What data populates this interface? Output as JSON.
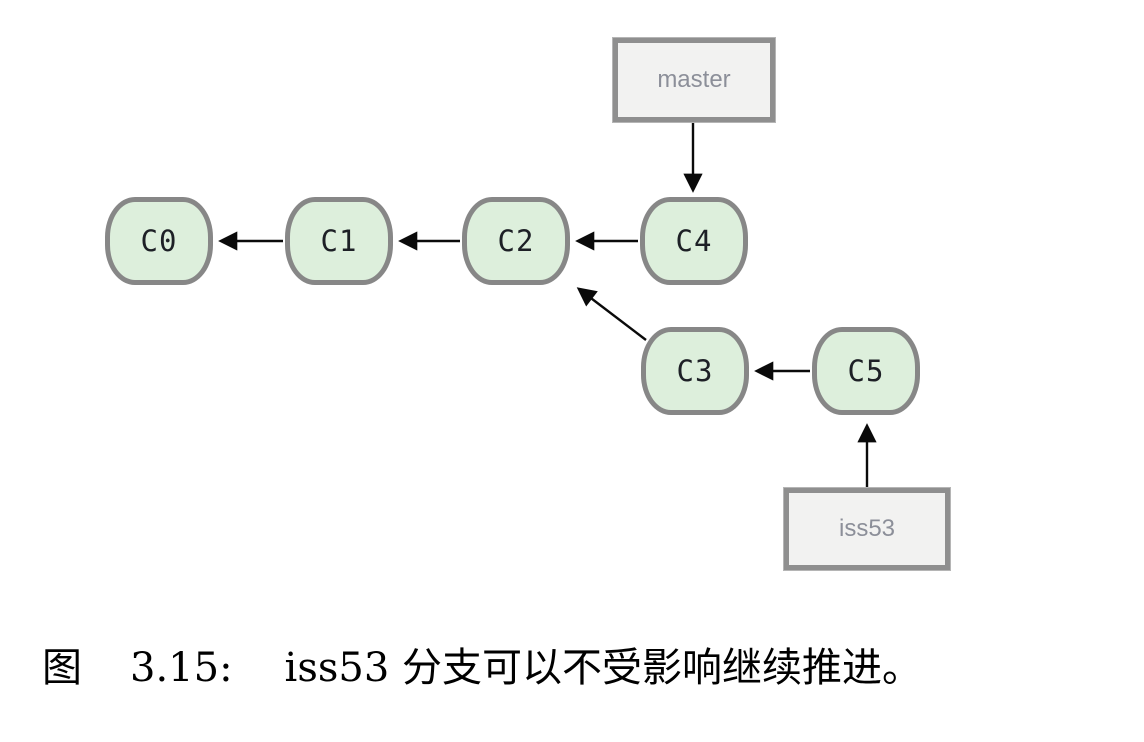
{
  "figure": {
    "caption": {
      "label": "图",
      "number": "3.15:",
      "text": "iss53 分支可以不受影响继续推进。"
    },
    "branches": [
      {
        "id": "master",
        "label": "master"
      },
      {
        "id": "iss53",
        "label": "iss53"
      }
    ],
    "commits": [
      {
        "id": "C0",
        "label": "C0"
      },
      {
        "id": "C1",
        "label": "C1"
      },
      {
        "id": "C2",
        "label": "C2"
      },
      {
        "id": "C4",
        "label": "C4"
      },
      {
        "id": "C3",
        "label": "C3"
      },
      {
        "id": "C5",
        "label": "C5"
      }
    ],
    "edges": [
      {
        "from": "C1",
        "to": "C0"
      },
      {
        "from": "C2",
        "to": "C1"
      },
      {
        "from": "C4",
        "to": "C2"
      },
      {
        "from": "C3",
        "to": "C2"
      },
      {
        "from": "C5",
        "to": "C3"
      },
      {
        "from": "master",
        "to": "C4"
      },
      {
        "from": "iss53",
        "to": "C5"
      }
    ],
    "colors": {
      "commit_fill": "#ddefdc",
      "commit_border": "#878787",
      "commit_text": "#1d2026",
      "branch_fill": "#f2f2f1",
      "branch_border": "#8f8f8f",
      "branch_text": "#8c8f99",
      "arrow": "#0a0a0a",
      "background": "#ffffff"
    }
  }
}
